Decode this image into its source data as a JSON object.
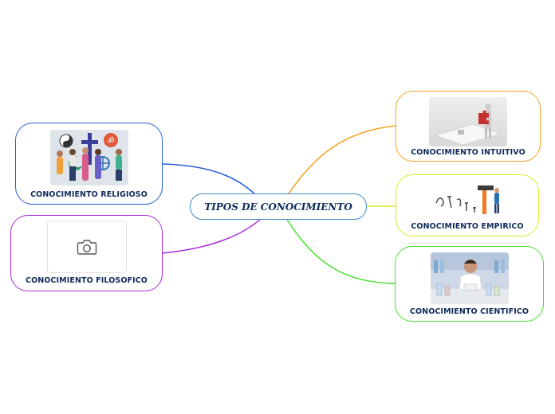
{
  "map": {
    "central": {
      "title": "TIPOS DE CONOCIMIENTO",
      "color": "#3f88c5"
    },
    "branches": [
      {
        "id": "religioso",
        "label": "CONOCIMIENTO RELIGIOSO",
        "color": "#2a5bd7",
        "image": "people-religious-symbols-illustration"
      },
      {
        "id": "filosofico",
        "label": "CONOCIMIENTO FILOSOFICO",
        "color": "#a52ad7",
        "image": "camera-placeholder-icon"
      },
      {
        "id": "intuitivo",
        "label": "CONOCIMIENTO INTUITIVO",
        "color": "#f5a01f",
        "image": "figure-with-puzzle-piece-image"
      },
      {
        "id": "empirico",
        "label": "CONOCIMIENTO EMPIRICO",
        "color": "#dcea2a",
        "image": "nails-and-hammer-illustration"
      },
      {
        "id": "cientifico",
        "label": "CONOCIMIENTO CIENTIFICO",
        "color": "#46e02a",
        "image": "scientist-in-laboratory-photo"
      }
    ]
  }
}
